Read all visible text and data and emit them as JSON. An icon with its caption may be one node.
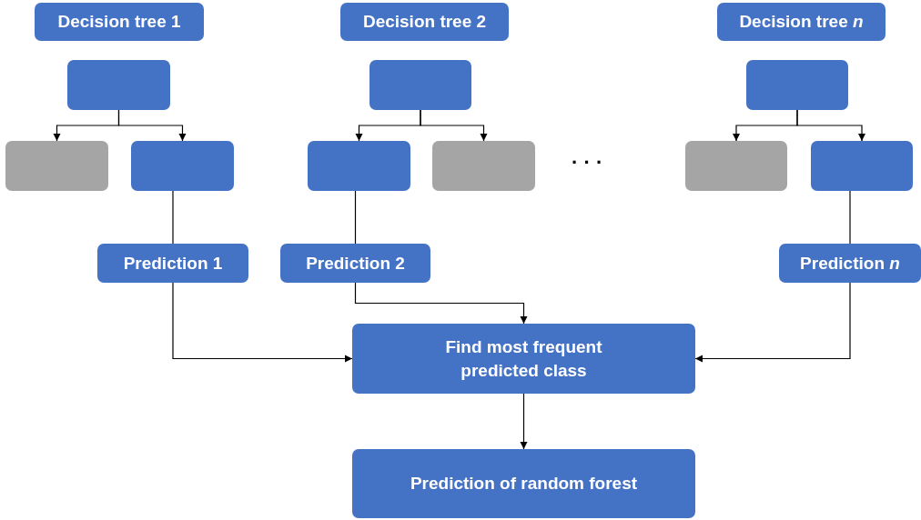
{
  "diagram": {
    "nodes": [
      {
        "text": [
          "Decision tree 1"
        ]
      },
      {
        "text": [],
        "shape": "box"
      },
      {
        "text": [],
        "shape": "box"
      },
      {
        "text": [],
        "shape": "box"
      },
      {
        "text": [
          "Prediction 1"
        ]
      },
      {
        "text": [
          "Decision tree 2"
        ]
      },
      {
        "text": [],
        "shape": "box"
      },
      {
        "text": [],
        "shape": "box"
      },
      {
        "text": [],
        "shape": "box"
      },
      {
        "text": [
          "Prediction 2"
        ]
      },
      {
        "text": [
          "Decision tree *n*"
        ]
      },
      {
        "text": [],
        "shape": "box"
      },
      {
        "text": [],
        "shape": "box"
      },
      {
        "text": [],
        "shape": "box"
      },
      {
        "text": [
          "Prediction *n*"
        ]
      },
      {
        "text": [
          "Find most frequent predicted class"
        ]
      },
      {
        "text": [
          "Prediction of random forest"
        ]
      }
    ],
    "edges": [
      {
        "from": 1,
        "to": 2,
        "arrow": "to"
      },
      {
        "from": 1,
        "to": 3,
        "arrow": "to"
      },
      {
        "from": 3,
        "to": 4,
        "arrow": "none"
      },
      {
        "from": 4,
        "to": 15,
        "arrow": "to"
      },
      {
        "from": 6,
        "to": 7,
        "arrow": "to"
      },
      {
        "from": 6,
        "to": 8,
        "arrow": "to"
      },
      {
        "from": 7,
        "to": 9,
        "arrow": "none"
      },
      {
        "from": 9,
        "to": 15,
        "arrow": "to"
      },
      {
        "from": 11,
        "to": 12,
        "arrow": "to"
      },
      {
        "from": 11,
        "to": 13,
        "arrow": "to"
      },
      {
        "from": 13,
        "to": 14,
        "arrow": "none"
      },
      {
        "from": 14,
        "to": 15,
        "arrow": "to"
      },
      {
        "from": 15,
        "to": 16,
        "arrow": "to"
      }
    ],
    "labels": [
      "· · ·"
    ]
  }
}
